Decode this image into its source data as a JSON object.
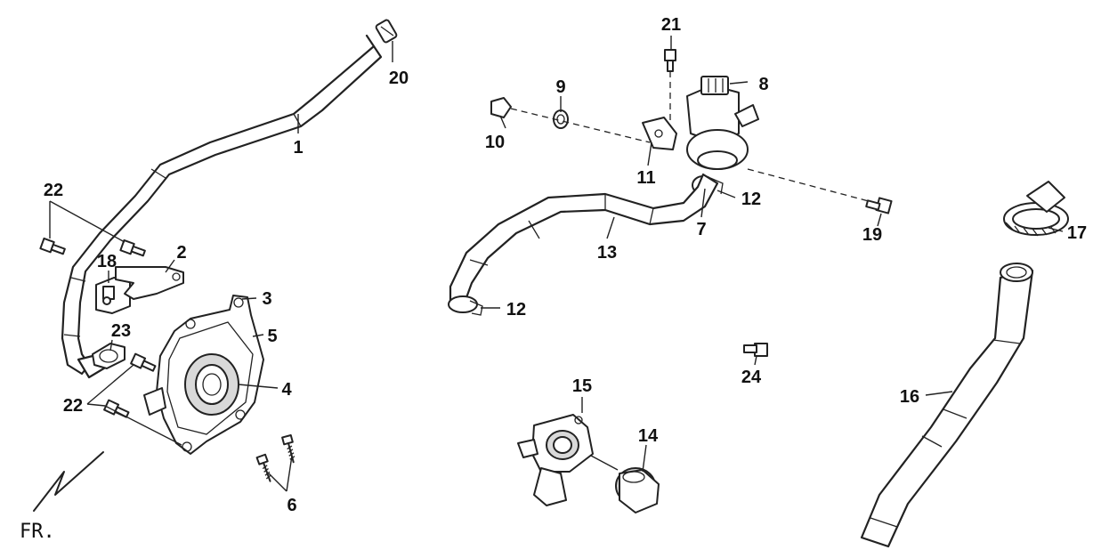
{
  "diagram": {
    "direction_label": "FR.",
    "callouts": {
      "c1": "1",
      "c2": "2",
      "c3": "3",
      "c4": "4",
      "c5": "5",
      "c6": "6",
      "c7": "7",
      "c8": "8",
      "c9": "9",
      "c10": "10",
      "c11": "11",
      "c12a": "12",
      "c12b": "12",
      "c13": "13",
      "c14": "14",
      "c15": "15",
      "c16": "16",
      "c17": "17",
      "c18": "18",
      "c19": "19",
      "c20": "20",
      "c21": "21",
      "c22a": "22",
      "c22b": "22",
      "c23": "23",
      "c24": "24"
    }
  }
}
